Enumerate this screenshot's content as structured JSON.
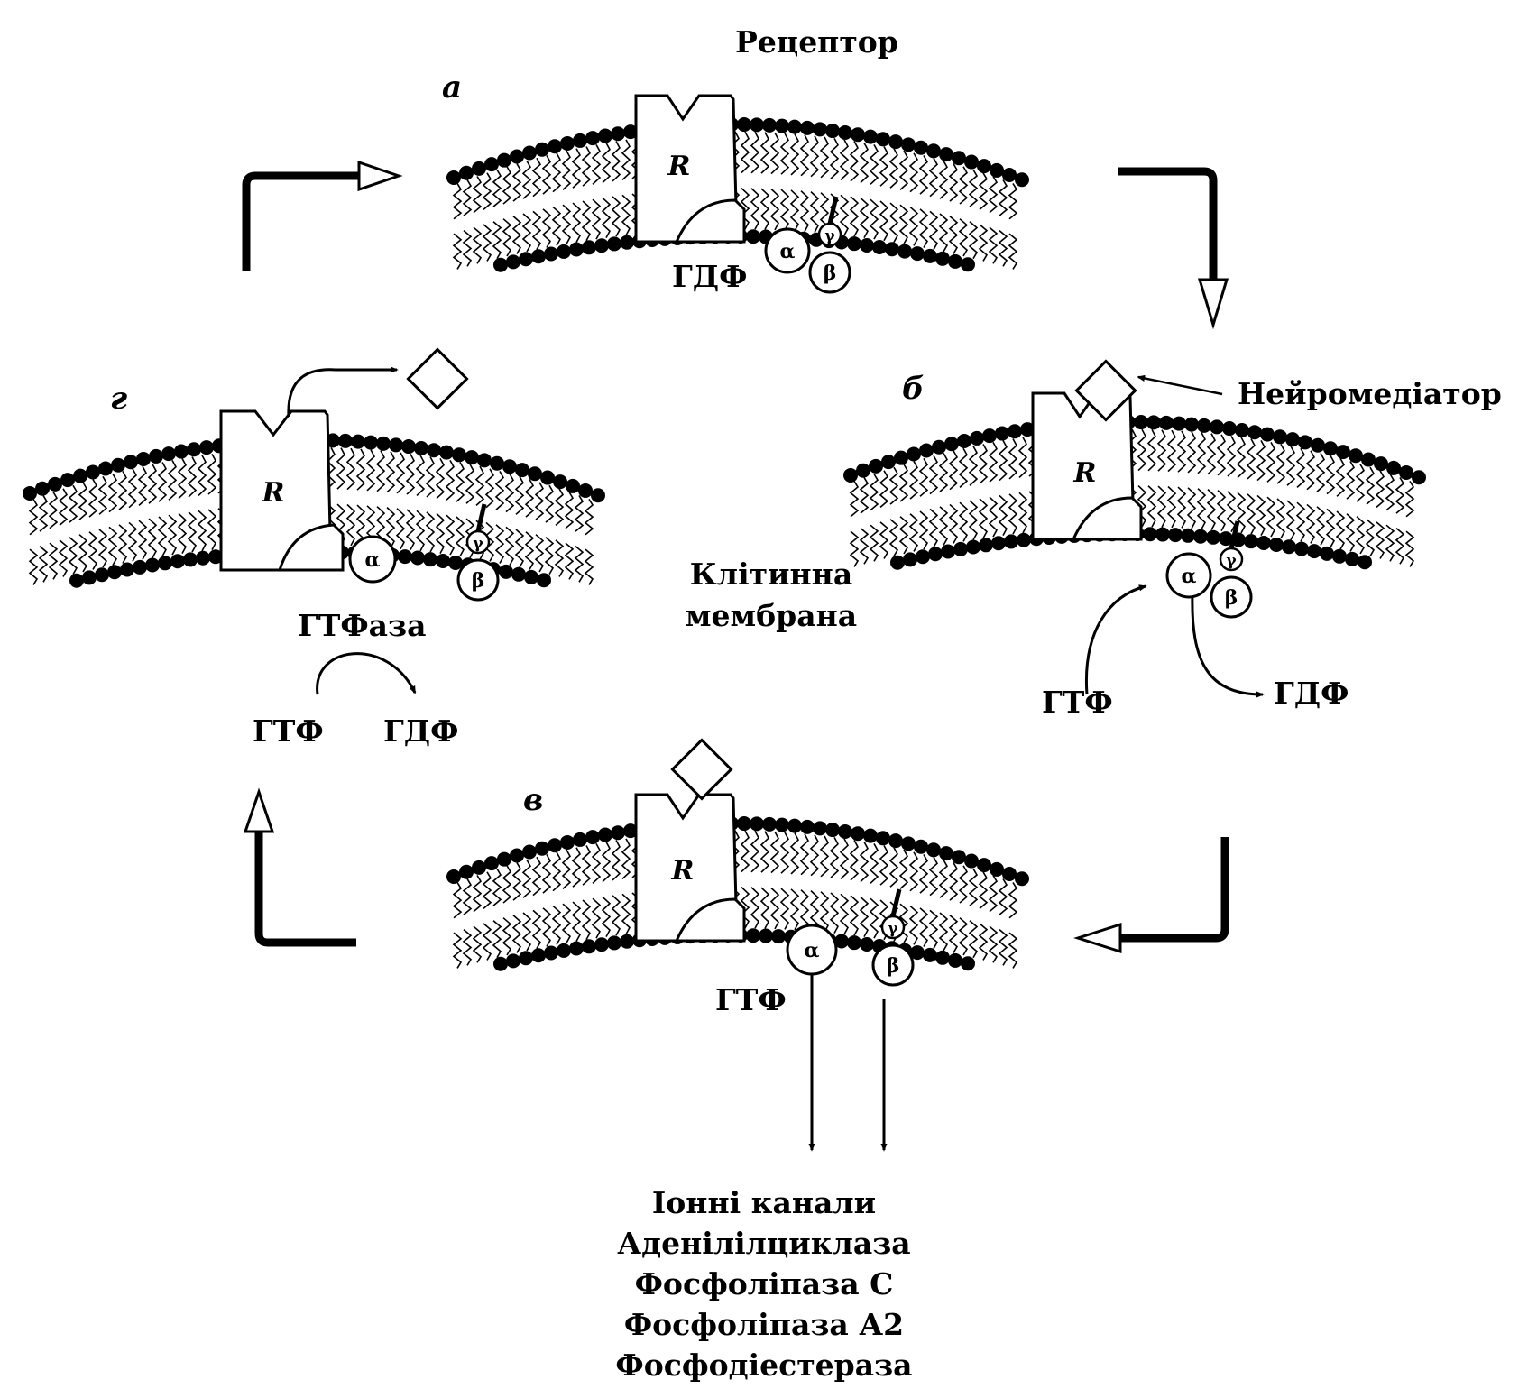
{
  "labels": {
    "receptor": "Рецептор",
    "neurotransmitter": "Нейромедіатор",
    "membrane_line1": "Клітинна",
    "membrane_line2": "мембрана",
    "gtpase": "ГТФаза",
    "gdp": "ГДФ",
    "gtp": "ГТФ"
  },
  "panels": [
    {
      "id": "a",
      "letter": "а",
      "ligand_bound": false,
      "nucleotide": "ГДФ"
    },
    {
      "id": "b",
      "letter": "б",
      "ligand_bound": true,
      "exchange_in": "ГТФ",
      "exchange_out": "ГДФ"
    },
    {
      "id": "v",
      "letter": "в",
      "ligand_bound": true,
      "nucleotide": "ГТФ"
    },
    {
      "id": "g",
      "letter": "г",
      "ligand_bound": false,
      "hydrolysis_in": "ГТФ",
      "hydrolysis_out": "ГДФ"
    }
  ],
  "protein": {
    "receptor_letter": "R",
    "alpha": "α",
    "beta": "β",
    "gamma": "γ"
  },
  "targets": [
    "Іонні канали",
    "Аденілілциклаза",
    "Фосфоліпаза С",
    "Фосфоліпаза А2",
    "Фосфодіестераза"
  ]
}
